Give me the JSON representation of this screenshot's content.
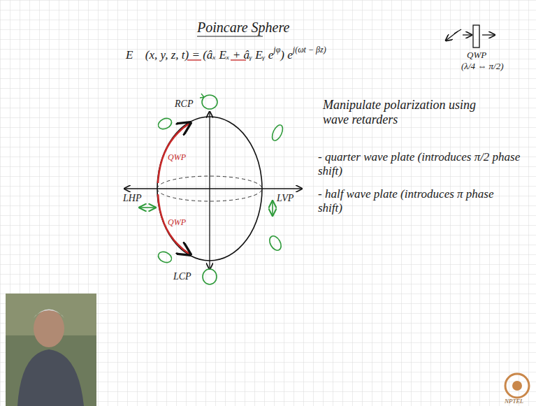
{
  "diagram": {
    "title": "Poincare Sphere",
    "labels": [
      "E⃗ (x, y, z, t) = (âₓ Eₓ + âᵧ Eᵧ e",
      "jφ",
      ") e",
      "j(ωt − βz)",
      "QWP",
      "(λ/4 ⇔ π/2)",
      "RCP",
      "LHP",
      "LVP",
      "LCP",
      "QWP",
      "QWP",
      "Manipulate polarization using wave retarders",
      "- quarter wave plate (introduces π/2 phase shift)",
      "- half wave plate (introduces π phase shift)",
      "NPTEL"
    ]
  }
}
